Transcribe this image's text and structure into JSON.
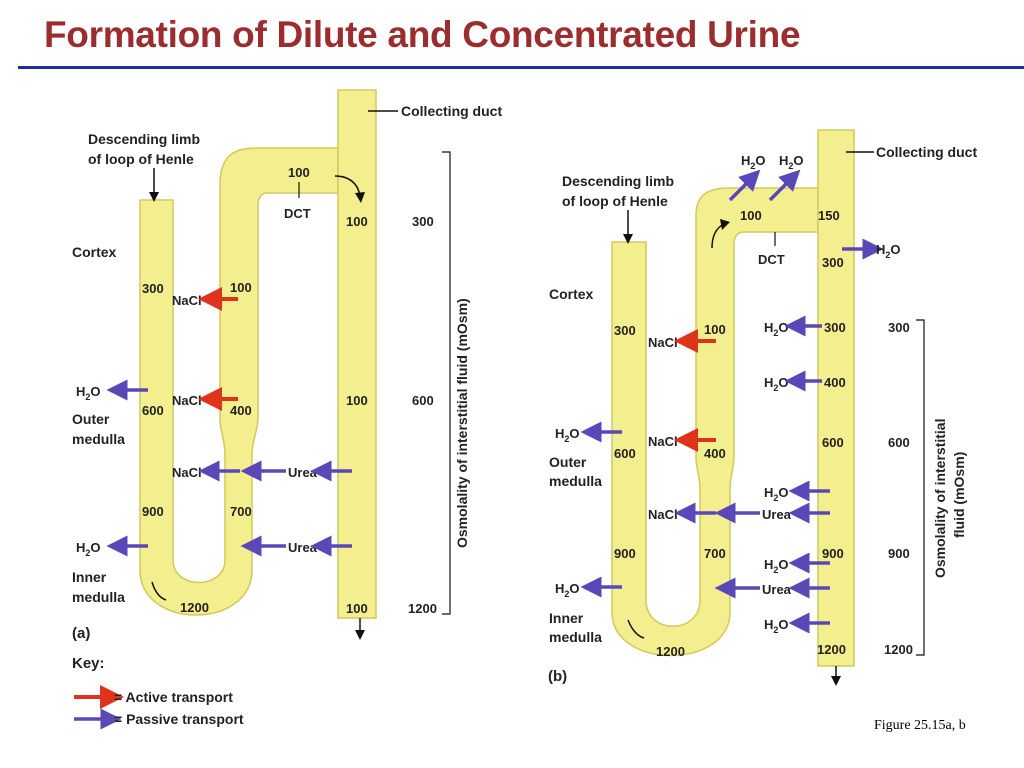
{
  "title": "Formation of Dilute and Concentrated Urine",
  "figure_ref": "Figure 25.15a, b",
  "colors": {
    "title": "#9b2d2f",
    "rule": "#1c2f9c",
    "tube": "#f3ee8e",
    "active": "#e0331c",
    "passive": "#5a48b8"
  },
  "panel_a": {
    "tag": "(a)",
    "descending_limb_line1": "Descending limb",
    "descending_limb_line2": "of loop of Henle",
    "collecting_duct": "Collecting duct",
    "dct": "DCT",
    "cortex": "Cortex",
    "outer_medulla_line1": "Outer",
    "outer_medulla_line2": "medulla",
    "inner_medulla_line1": "Inner",
    "inner_medulla_line2": "medulla",
    "axis_label": "Osmolality of interstitial fluid (mOsm)",
    "axis_ticks": [
      "300",
      "600",
      "1200"
    ],
    "descending_values": [
      "300",
      "600",
      "900",
      "1200"
    ],
    "ascending_values": [
      "100",
      "400",
      "700"
    ],
    "dct_value": "100",
    "duct_values": [
      "100",
      "100",
      "100"
    ],
    "nacl": "NaCl",
    "urea": "Urea",
    "water": "H",
    "water_sub": "2",
    "water_o": "O"
  },
  "panel_b": {
    "tag": "(b)",
    "descending_limb_line1": "Descending limb",
    "descending_limb_line2": "of loop of Henle",
    "collecting_duct": "Collecting duct",
    "dct": "DCT",
    "cortex": "Cortex",
    "outer_medulla_line1": "Outer",
    "outer_medulla_line2": "medulla",
    "inner_medulla_line1": "Inner",
    "inner_medulla_line2": "medulla",
    "axis_label_line1": "Osmolality of interstitial",
    "axis_label_line2": "fluid (mOsm)",
    "axis_ticks": [
      "300",
      "600",
      "900",
      "1200"
    ],
    "descending_values": [
      "300",
      "600",
      "900",
      "1200"
    ],
    "ascending_values": [
      "100",
      "400",
      "700"
    ],
    "dct_values": [
      "100",
      "150"
    ],
    "duct_values": [
      "300",
      "300",
      "400",
      "600",
      "900",
      "1200"
    ],
    "nacl": "NaCl",
    "urea": "Urea"
  },
  "key": {
    "title": "Key:",
    "active": "= Active transport",
    "passive": "= Passive transport"
  }
}
